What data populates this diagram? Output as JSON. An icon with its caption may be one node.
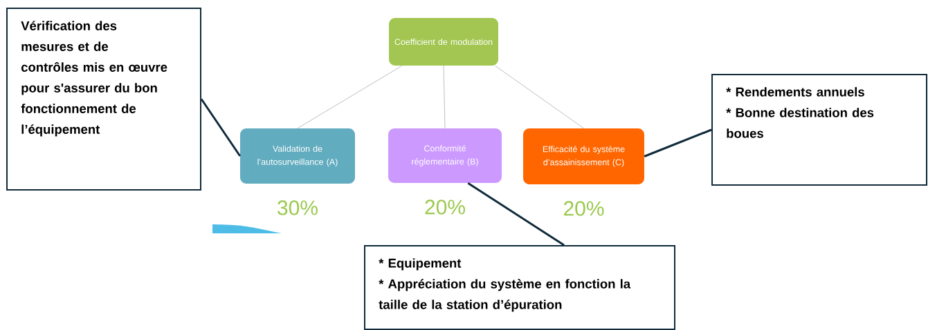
{
  "diagram": {
    "nodes": [
      {
        "text": [
          "Vérification des mesures et de contrôles mis en œuvre pour s'assurer du bon fonctionnement de l’équipement"
        ]
      },
      {
        "text": [
          "Coefficient de modulation"
        ]
      },
      {
        "text": [
          "Validation de l’autosurveillance (A)"
        ],
        "beside": [
          "30%"
        ]
      },
      {
        "text": [
          "Conformité réglementaire (B)"
        ],
        "beside": [
          "20%"
        ]
      },
      {
        "text": [
          "Efficacité du système d’assainissement (C)"
        ],
        "beside": [
          "20%"
        ]
      },
      {
        "text": [
          "* Rendements annuels",
          "* Bonne destination des boues"
        ]
      },
      {
        "text": [
          "* Equipement",
          "* Appréciation du système en fonction la taille de la station d’épuration"
        ]
      }
    ],
    "edges": [
      {
        "from": 1,
        "to": 2,
        "arrow": "none"
      },
      {
        "from": 1,
        "to": 3,
        "arrow": "none"
      },
      {
        "from": 1,
        "to": 4,
        "arrow": "none"
      },
      {
        "from": 0,
        "to": 2,
        "arrow": "none",
        "style": "thick",
        "color": "#0f2a3a"
      },
      {
        "from": 5,
        "to": 4,
        "arrow": "none",
        "style": "thick",
        "color": "#0f2a3a"
      },
      {
        "from": 6,
        "to": 3,
        "arrow": "none",
        "style": "thick",
        "color": "#0f2a3a"
      }
    ]
  }
}
